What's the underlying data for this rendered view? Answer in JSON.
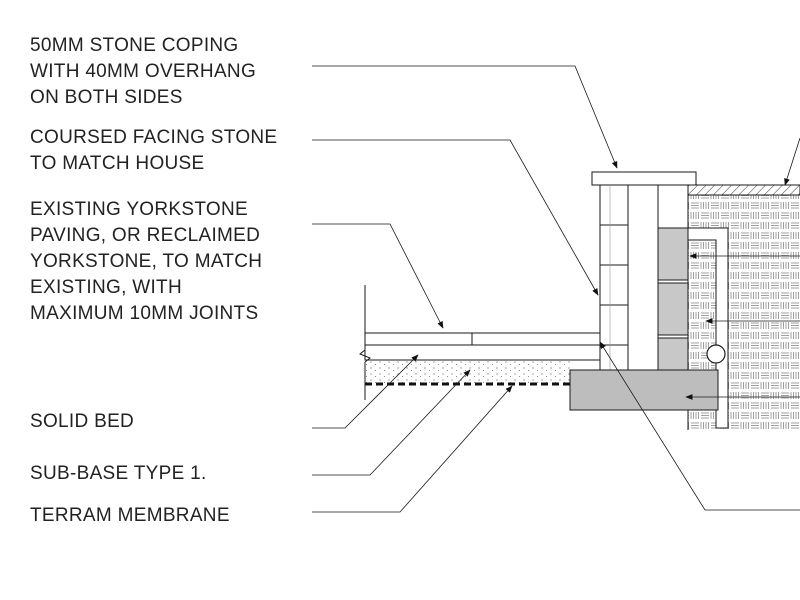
{
  "colors": {
    "line": "#1a1a1a",
    "fill_grey": "#c8c8c8",
    "fill_dark_grey": "#bdbdbd",
    "background": "#ffffff"
  },
  "labels": {
    "coping": "50MM STONE COPING\nWITH 40MM OVERHANG\nON BOTH SIDES",
    "facing_stone": "COURSED FACING STONE\nTO MATCH HOUSE",
    "paving": "EXISTING YORKSTONE\nPAVING, OR RECLAIMED\nYORKSTONE, TO MATCH\nEXISTING, WITH\nMAXIMUM 10MM JOINTS",
    "solid_bed": "SOLID BED",
    "sub_base": "SUB-BASE TYPE 1.",
    "membrane": "TERRAM MEMBRANE"
  }
}
